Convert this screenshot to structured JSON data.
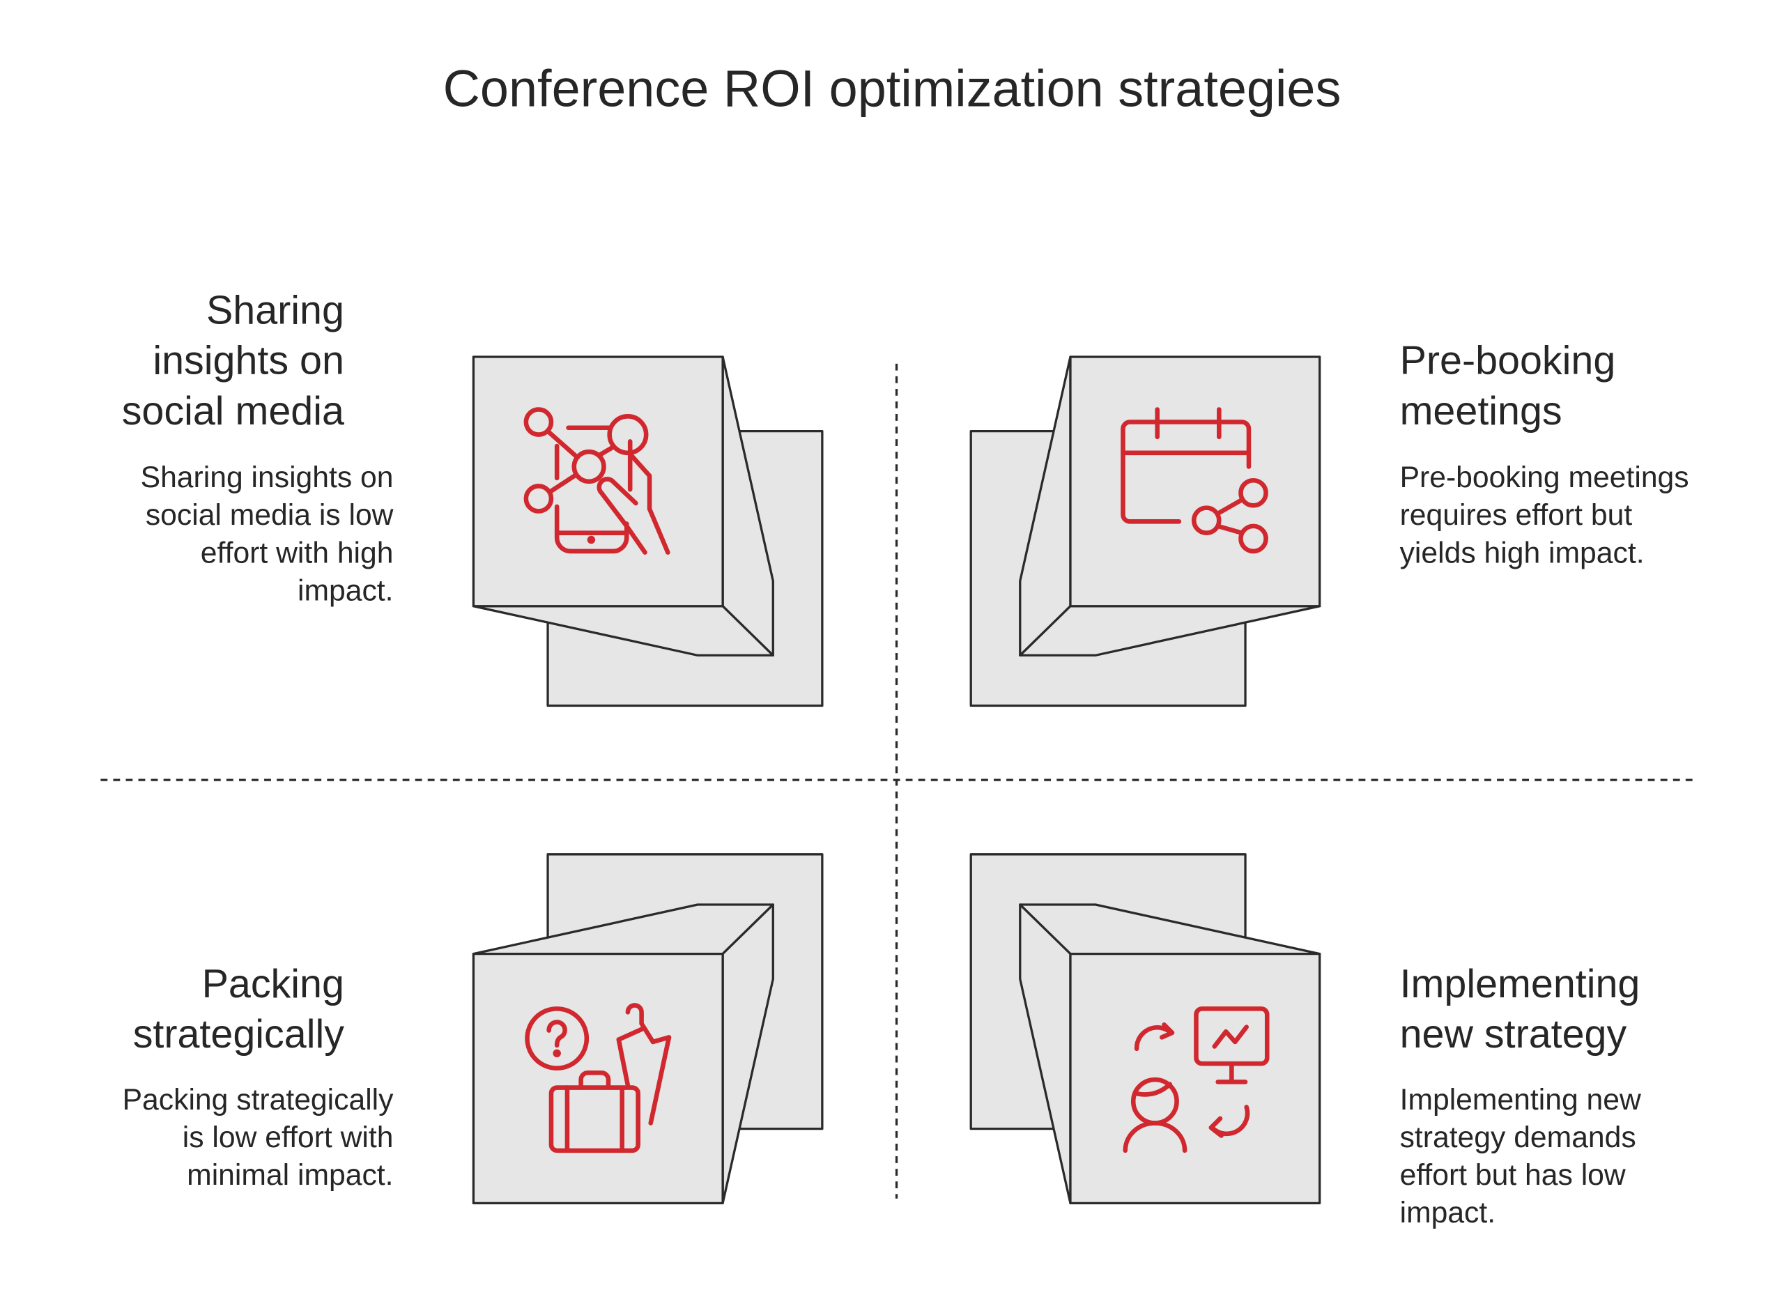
{
  "title": "Conference ROI optimization strategies",
  "colors": {
    "accent": "#d0282e",
    "face": "#e6e6e6",
    "stroke": "#2a2a2a"
  },
  "quadrants": [
    {
      "id": "top-left",
      "heading": "Sharing insights on social media",
      "description": "Sharing insights on social media is low effort with high impact.",
      "icon": "social-network-phone-icon"
    },
    {
      "id": "top-right",
      "heading": "Pre-booking meetings",
      "description": "Pre-booking meetings requires effort but yields high impact.",
      "icon": "calendar-share-icon"
    },
    {
      "id": "bottom-left",
      "heading": "Packing strategically",
      "description": "Packing strategically is low effort with minimal impact.",
      "icon": "luggage-question-icon"
    },
    {
      "id": "bottom-right",
      "heading": "Implementing new strategy",
      "description": "Implementing new strategy demands effort but has low impact.",
      "icon": "person-presentation-icon"
    }
  ]
}
